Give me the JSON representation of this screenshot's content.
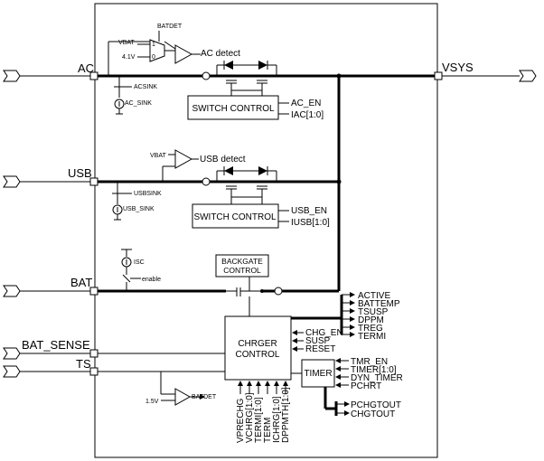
{
  "pins": {
    "ac": "AC",
    "usb": "USB",
    "bat": "BAT",
    "bat_sense": "BAT_SENSE",
    "ts": "TS",
    "vsys": "VSYS"
  },
  "ac_section": {
    "detect_label": "AC detect",
    "vbat": "VBAT",
    "batdet": "BATDET",
    "ref_voltage": "4.1V",
    "mux_one": "1",
    "mux_zero": "0",
    "acsink": "ACSINK",
    "ac_sink": "AC_SINK",
    "switch_control": "SWITCH CONTROL",
    "ctrl_en": "AC_EN",
    "ctrl_i": "IAC[1:0]"
  },
  "usb_section": {
    "detect_label": "USB detect",
    "vbat": "VBAT",
    "usbsink": "USBSINK",
    "usb_sink": "USB_SINK",
    "switch_control": "SWITCH CONTROL",
    "ctrl_en": "USB_EN",
    "ctrl_i": "IUSB[1:0]"
  },
  "bat_section": {
    "isc": "ISC",
    "enable": "enable",
    "backgate_line1": "BACKGATE",
    "backgate_line2": "CONTROL"
  },
  "charger": {
    "line1": "CHRGER",
    "line2": "CONTROL",
    "status_outputs": [
      "ACTIVE",
      "BATTEMP",
      "TSUSP",
      "DPPM",
      "TREG",
      "TERMI"
    ],
    "control_inputs": [
      "CHG_EN",
      "SUSP",
      "RESET"
    ],
    "bottom_inputs": [
      "VPRECHG",
      "VCHRG[1:0]",
      "TERMI[1:0]",
      "TERM",
      "ICHRG[1:0]",
      "DPPMTH[1:0]"
    ]
  },
  "timer": {
    "label": "TIMER",
    "inputs": [
      "TMR_EN",
      "TIMER[1:0]",
      "DYN_TIMER",
      "PCHRT"
    ],
    "outputs": [
      "PCHGTOUT",
      "CHGTOUT"
    ]
  },
  "ts_section": {
    "ref_voltage": "1.5V",
    "batdet": "BATDET"
  }
}
